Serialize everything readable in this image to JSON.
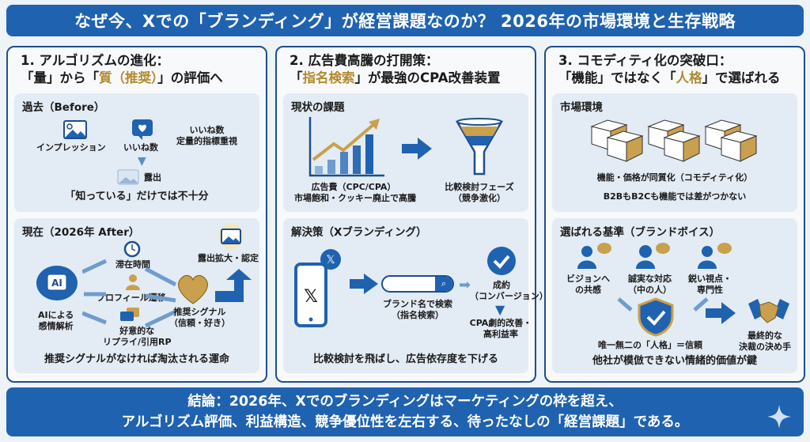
{
  "header": {
    "title": "なぜ今、Xでの「ブランディング」が経営課題なのか？ 2026年の市場環境と生存戦略"
  },
  "col1": {
    "title_line1": "1. アルゴリズムの進化：",
    "title_pre": "「量」から「",
    "title_gold": "質（推奨）",
    "title_post": "」の評価へ",
    "before": {
      "heading": "過去（Before）",
      "impressions": "インプレッション",
      "likes": "いいね数",
      "note1": "いいね数",
      "note2": "定量的指標重視",
      "exposure": "露出",
      "summary": "「知っている」だけでは不十分"
    },
    "after": {
      "heading": "現在（2026年 After）",
      "ai1": "AIによる",
      "ai2": "感情解析",
      "dwell": "滞在時間",
      "profile": "プロフィール遷移",
      "reply1": "好意的な",
      "reply2": "リプライ/引用RP",
      "signal1": "推奨シグナル",
      "signal2": "（信頼・好き）",
      "expand": "露出拡大・認定",
      "ai_badge": "AI",
      "summary": "推奨シグナルがなければ淘汰される運命"
    }
  },
  "col2": {
    "title_line1": "2. 広告費高騰の打開策：",
    "title_pre": "「",
    "title_gold": "指名検索",
    "title_post": "」が最強のCPA改善装置",
    "problem": {
      "heading": "現状の課題",
      "cost1": "広告費（CPC/CPA）",
      "cost2": "市場飽和・クッキー廃止で高騰",
      "compare1": "比較検討フェーズ",
      "compare2": "（競争激化）"
    },
    "solution": {
      "heading": "解決策（Xブランディング）",
      "search1": "ブランド名で検索",
      "search2": "（指名検索）",
      "conv1": "成約",
      "conv2": "（コンバージョン）",
      "cpa1": "CPA劇的改善・",
      "cpa2": "高利益率",
      "summary": "比較検討を飛ばし、広告依存度を下げる"
    }
  },
  "col3": {
    "title_line1": "3. コモディティ化の突破口：",
    "title_pre": "「機能」ではなく「",
    "title_gold": "人格",
    "title_post": "」で選ばれる",
    "market": {
      "heading": "市場環境",
      "line1": "機能・価格が同質化（コモディティ化）",
      "line2": "B2BもB2Cも機能では差がつかない"
    },
    "criteria": {
      "heading": "選ばれる基準（ブランドボイス）",
      "p1a": "ビジョンへ",
      "p1b": "の共感",
      "p2a": "誠実な対応",
      "p2b": "（中の人）",
      "p3a": "鋭い視点・",
      "p3b": "専門性",
      "trust": "唯一無二の「人格」＝信頼",
      "deal1": "最終的な",
      "deal2": "決裁の決め手",
      "summary": "他社が模倣できない情緒的価値が鍵"
    }
  },
  "footer": {
    "line1": "結論：2026年、Xでのブランディングはマーケティングの枠を超え、",
    "line2": "アルゴリズム評価、利益構造、競争優位性を左右する、待ったなしの「経営課題」である。"
  },
  "colors": {
    "blue": "#1f62b0",
    "navy": "#1d4e8f",
    "gold": "#b38b2e",
    "panel": "#e3ebf4"
  }
}
